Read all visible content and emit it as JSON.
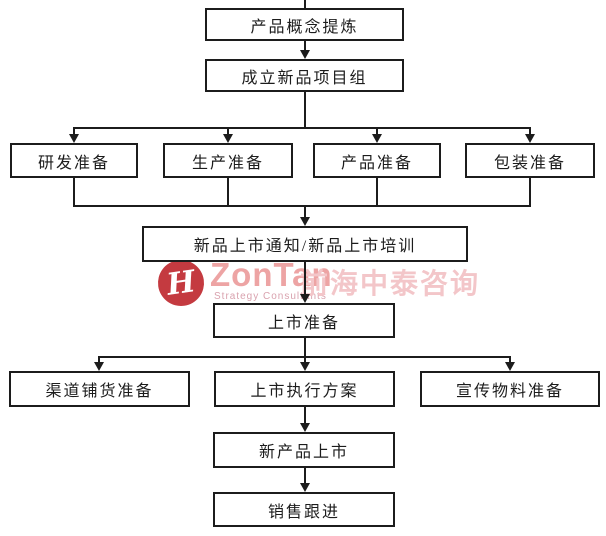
{
  "diagram": {
    "type": "flowchart",
    "language": "zh-CN",
    "nodes": {
      "concept": {
        "label": "产品概念提炼"
      },
      "team": {
        "label": "成立新品项目组"
      },
      "rd_prep": {
        "label": "研发准备"
      },
      "production_prep": {
        "label": "生产准备"
      },
      "product_prep": {
        "label": "产品准备"
      },
      "packaging_prep": {
        "label": "包装准备"
      },
      "launch_notice": {
        "label": "新品上市通知/新品上市培训"
      },
      "launch_prep": {
        "label": "上市准备"
      },
      "channel_prep": {
        "label": "渠道铺货准备"
      },
      "execution_plan": {
        "label": "上市执行方案"
      },
      "materials_prep": {
        "label": "宣传物料准备"
      },
      "new_product_launch": {
        "label": "新产品上市"
      },
      "sales_follow_up": {
        "label": "销售跟进"
      }
    },
    "edges": [
      "concept -> team",
      "team -> rd_prep | production_prep | product_prep | packaging_prep",
      "rd_prep & production_prep & product_prep & packaging_prep -> launch_notice",
      "launch_notice -> launch_prep",
      "launch_prep -> channel_prep | execution_plan | materials_prep",
      "execution_plan -> new_product_launch",
      "new_product_launch -> sales_follow_up"
    ],
    "colors": {
      "box_border": "#1c1c1c",
      "box_fill": "#ffffff",
      "line": "#1c1c1c",
      "background": "#ffffff"
    }
  },
  "watermark": {
    "logo_glyph": "H",
    "brand": "ZonTan",
    "tagline": "Strategy Consultants",
    "cn_name": "前海中泰咨询",
    "colors": {
      "logo_red": "#c43a40",
      "brand_pink": "#eda4a4",
      "tagline_pink": "#d9a2ae",
      "cn_pink": "#f3c6c9"
    }
  }
}
